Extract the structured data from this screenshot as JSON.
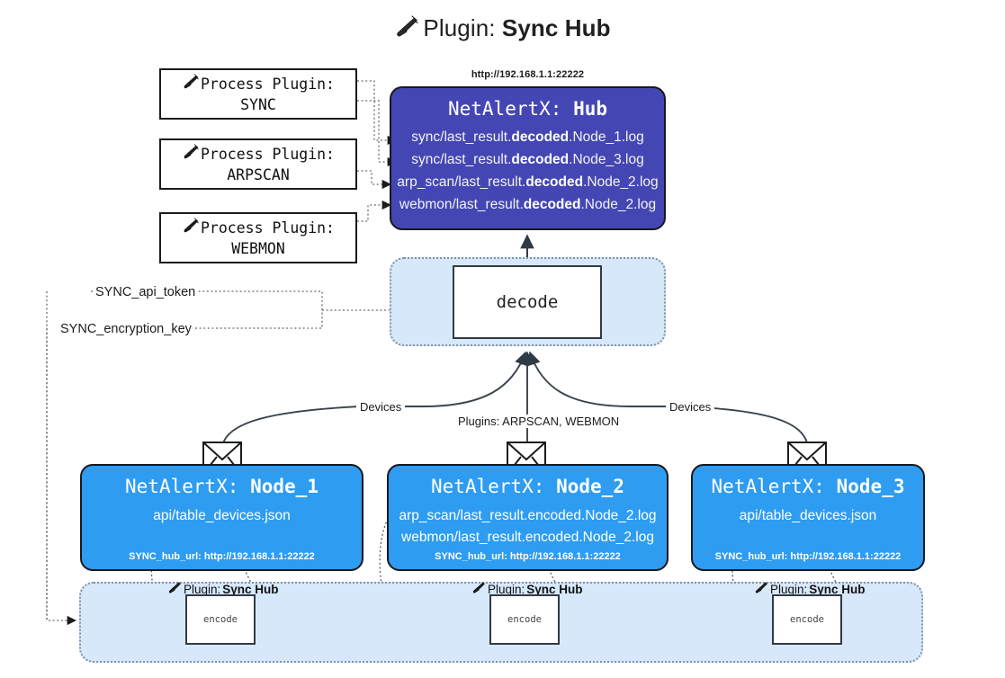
{
  "title": {
    "icon": "plug-icon",
    "prefix": "Plugin:",
    "name": "Sync Hub"
  },
  "process_plugins": [
    {
      "icon": "plug-icon",
      "label": "Process Plugin:",
      "name": "SYNC"
    },
    {
      "icon": "plug-icon",
      "label": "Process Plugin:",
      "name": "ARPSCAN"
    },
    {
      "icon": "plug-icon",
      "label": "Process Plugin:",
      "name": "WEBMON"
    }
  ],
  "hub": {
    "url": "http://192.168.1.1:22222",
    "app": "NetAlertX:",
    "name": "Hub",
    "logs": [
      {
        "pre": "sync/last_result.",
        "mid": "decoded",
        "post": ".Node_1.log"
      },
      {
        "pre": "sync/last_result.",
        "mid": "decoded",
        "post": ".Node_3.log"
      },
      {
        "pre": "arp_scan/last_result.",
        "mid": "decoded",
        "post": ".Node_2.log"
      },
      {
        "pre": "webmon/last_result.",
        "mid": "decoded",
        "post": ".Node_2.log"
      }
    ]
  },
  "decode": {
    "label": "decode"
  },
  "keys": {
    "api_token": "SYNC_api_token",
    "encryption_key": "SYNC_encryption_key"
  },
  "edges": {
    "devices_left": "Devices",
    "devices_right": "Devices",
    "plugins_center": "Plugins: ARPSCAN, WEBMON"
  },
  "nodes": [
    {
      "app": "NetAlertX:",
      "name": "Node_1",
      "lines": [
        "api/table_devices.json"
      ],
      "footer": "SYNC_hub_url: http://192.168.1.1:22222",
      "envelope_icon": "envelope-icon"
    },
    {
      "app": "NetAlertX:",
      "name": "Node_2",
      "lines": [
        "arp_scan/last_result.encoded.Node_2.log",
        "webmon/last_result.encoded.Node_2.log"
      ],
      "footer": "SYNC_hub_url: http://192.168.1.1:22222",
      "envelope_icon": "envelope-icon"
    },
    {
      "app": "NetAlertX:",
      "name": "Node_3",
      "lines": [
        "api/table_devices.json"
      ],
      "footer": "SYNC_hub_url: http://192.168.1.1:22222",
      "envelope_icon": "envelope-icon"
    }
  ],
  "encoders": [
    {
      "icon": "plug-icon",
      "prefix": "Plugin:",
      "name": "Sync Hub",
      "box_label": "encode"
    },
    {
      "icon": "plug-icon",
      "prefix": "Plugin:",
      "name": "Sync Hub",
      "box_label": "encode"
    },
    {
      "icon": "plug-icon",
      "prefix": "Plugin:",
      "name": "Sync Hub",
      "box_label": "encode"
    }
  ],
  "colors": {
    "hub_fill": "#4447b3",
    "node_fill": "#2e9cf1",
    "container_fill": "#d7e8fb",
    "container_border": "#7e93a8",
    "stroke": "#18181f",
    "background": "#ffffff"
  }
}
